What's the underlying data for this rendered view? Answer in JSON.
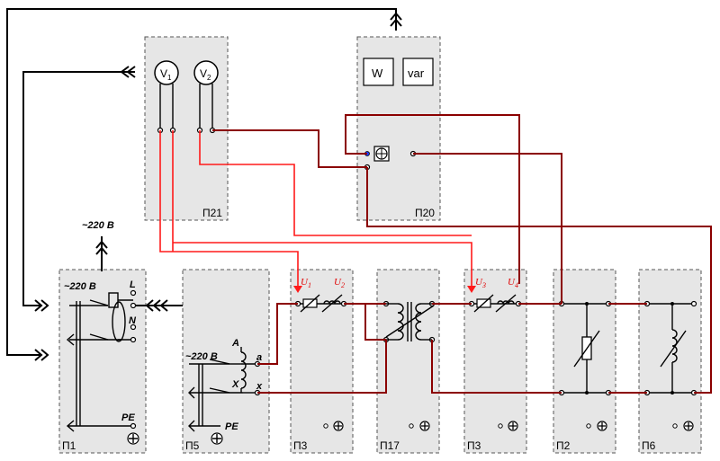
{
  "panels": [
    {
      "id": "p1",
      "label": "П1"
    },
    {
      "id": "p5",
      "label": "П5"
    },
    {
      "id": "p3a",
      "label": "П3"
    },
    {
      "id": "p17",
      "label": "П17"
    },
    {
      "id": "p3b",
      "label": "П3"
    },
    {
      "id": "p2",
      "label": "П2"
    },
    {
      "id": "p6",
      "label": "П6"
    },
    {
      "id": "p21",
      "label": "П21"
    },
    {
      "id": "p20",
      "label": "П20"
    }
  ],
  "supply_label": "~220 В",
  "p1_labels": {
    "supply": "~220 В",
    "l": "L",
    "n": "N",
    "pe": "PE"
  },
  "p5_labels": {
    "supply": "~220 В",
    "a_upper": "A",
    "a_lower": "a",
    "x_upper": "X",
    "x_lower": "x",
    "pe": "PE"
  },
  "meters": {
    "v1": "V",
    "v1_sub": "1",
    "v2": "V",
    "v2_sub": "2",
    "wattmeter": "W",
    "varmeter": "var"
  },
  "voltage_points": {
    "u1": "U",
    "u1_sub": "1",
    "u2": "U",
    "u2_sub": "2",
    "u3": "U",
    "u3_sub": "3",
    "u4": "U",
    "u4_sub": "4"
  },
  "colors": {
    "panel": "#e6e6e6",
    "measure_wire": "#ff1a1a",
    "power_wire": "#8b0000",
    "wire": "#000000"
  }
}
